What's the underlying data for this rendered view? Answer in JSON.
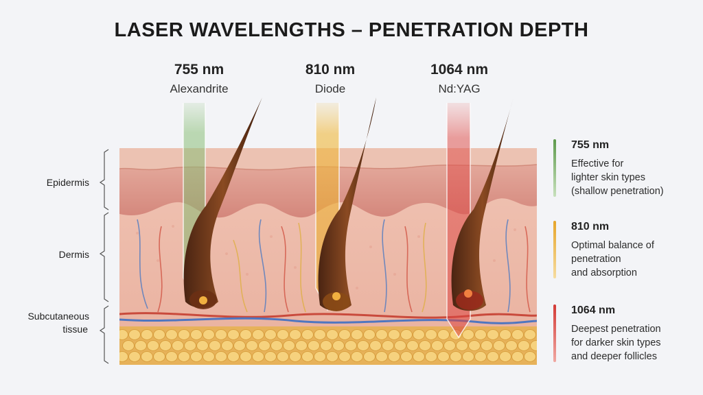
{
  "title": "LASER WAVELENGTHS – PENETRATION DEPTH",
  "lasers": [
    {
      "nm": "755 nm",
      "type": "Alexandrite",
      "color": "#7fb069"
    },
    {
      "nm": "810 nm",
      "type": "Diode",
      "color": "#e6a52a"
    },
    {
      "nm": "1064 nm",
      "type": "Nd:YAG",
      "color": "#d9413e"
    }
  ],
  "layers": {
    "epidermis": "Epidermis",
    "dermis": "Dermis",
    "subcutaneous_line1": "Subcutaneous",
    "subcutaneous_line2": "tissue"
  },
  "legend": [
    {
      "nm": "755 nm",
      "line1": "Effective for",
      "line2": "lighter skin types",
      "line3": "(shallow penetration)",
      "color": "#5e9a4c"
    },
    {
      "nm": "810 nm",
      "line1": "Optimal balance of",
      "line2": "penetration",
      "line3": "and absorption",
      "color": "#e6a52a"
    },
    {
      "nm": "1064 nm",
      "line1": "Deepest penetration",
      "line2": "for darker skin types",
      "line3": "and deeper follicles",
      "color": "#d33a36"
    }
  ]
}
